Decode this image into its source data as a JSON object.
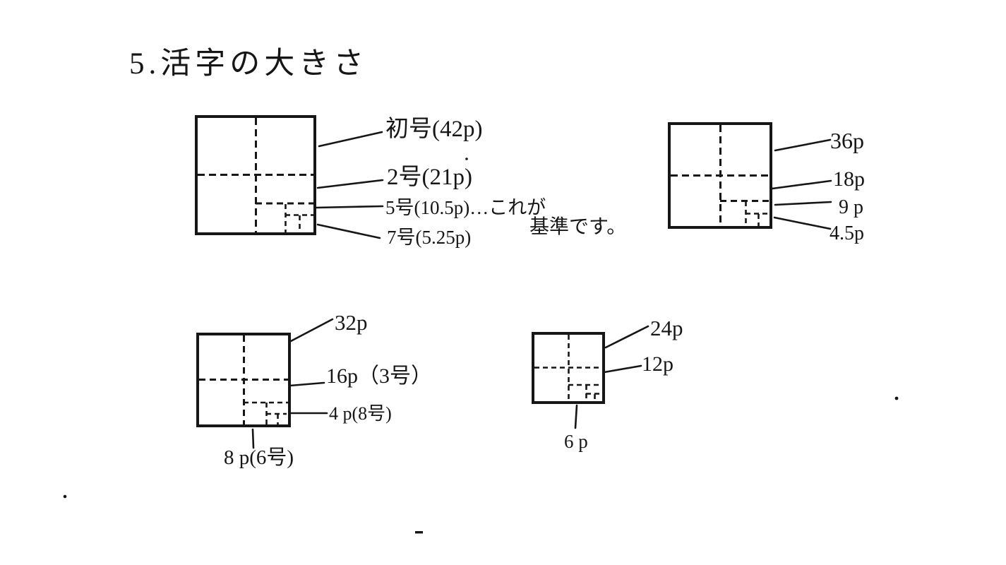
{
  "title": "5.活字の大きさ",
  "colors": {
    "ink": "#161616",
    "paper": "#ffffff"
  },
  "diagram_42p": {
    "label_shogo": "初号(42p)",
    "label_no2": "2号(21p)",
    "label_no5": "5号(10.5p)…これが",
    "label_no5_note": "基準です。",
    "label_no7": "7号(5.25p)"
  },
  "diagram_36p": {
    "label_36p": "36p",
    "label_18p": "18p",
    "label_9p": "9 p",
    "label_4_5p": "4.5p"
  },
  "diagram_32p": {
    "label_32p": "32p",
    "label_16p": "16p（3号）",
    "label_4p": "4 p(8号)",
    "label_8p": "8 p(6号)"
  },
  "diagram_24p": {
    "label_24p": "24p",
    "label_12p": "12p",
    "label_6p": "6 p"
  }
}
